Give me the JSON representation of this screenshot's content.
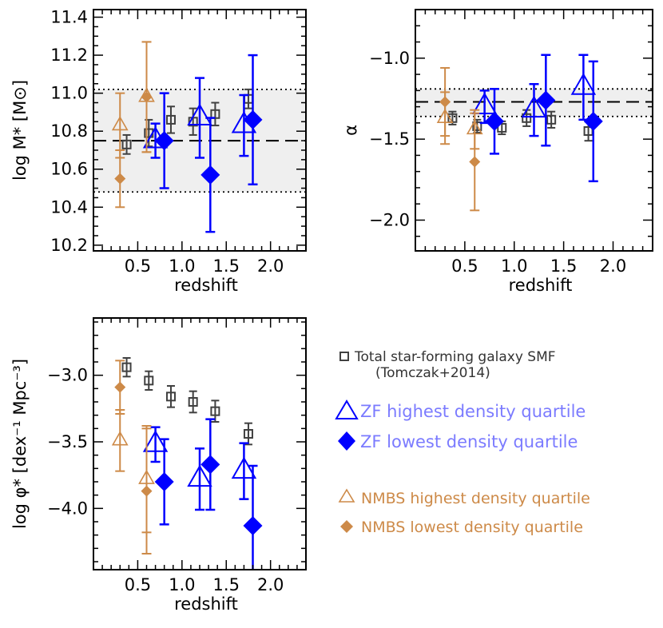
{
  "colors": {
    "tomczak": "#404040",
    "zf": "#0000ff",
    "zf_text": "#7b7bff",
    "nmbs": "#cd8a48",
    "band": "#efefef"
  },
  "legend": {
    "tomczak_line1": "Total star-forming galaxy SMF",
    "tomczak_line2": "(Tomczak+2014)",
    "zf_high": "ZF highest density quartile",
    "zf_low": "ZF lowest density quartile",
    "nmbs_high": "NMBS highest density quartile",
    "nmbs_low": "NMBS lowest density quartile"
  },
  "chart_data": [
    {
      "type": "scatter",
      "id": "mstar",
      "xlabel": "redshift",
      "ylabel": "log M* [M⊙]",
      "xlim": [
        0,
        2.4
      ],
      "ylim": [
        10.17,
        11.44
      ],
      "xticks": [
        "0.5",
        "1.0",
        "1.5",
        "2.0"
      ],
      "xtick_values": [
        0.5,
        1.0,
        1.5,
        2.0
      ],
      "yticks": [
        "10.2",
        "10.4",
        "10.6",
        "10.8",
        "11.0",
        "11.2",
        "11.4"
      ],
      "ytick_values": [
        10.2,
        10.4,
        10.6,
        10.8,
        11.0,
        11.2,
        11.4
      ],
      "band": [
        10.48,
        11.02
      ],
      "reference_line": 10.75,
      "series": [
        {
          "key": "tomczak",
          "x": [
            0.375,
            0.625,
            0.875,
            1.125,
            1.375,
            1.75
          ],
          "y": [
            10.73,
            10.79,
            10.86,
            10.85,
            10.89,
            10.97
          ],
          "err": [
            0.05,
            0.07,
            0.07,
            0.07,
            0.06,
            0.05
          ]
        },
        {
          "key": "zf_high",
          "x": [
            0.7,
            1.2,
            1.7
          ],
          "y": [
            10.75,
            10.87,
            10.83
          ],
          "err": [
            0.09,
            0.21,
            0.16
          ]
        },
        {
          "key": "zf_low",
          "x": [
            0.8,
            1.32,
            1.8
          ],
          "y": [
            10.75,
            10.57,
            10.86
          ],
          "err": [
            0.25,
            0.3,
            0.34
          ]
        },
        {
          "key": "nmbs_high",
          "x": [
            0.3,
            0.6
          ],
          "y": [
            10.83,
            10.98
          ],
          "err": [
            0.17,
            0.29
          ]
        },
        {
          "key": "nmbs_low",
          "x": [
            0.3,
            0.6
          ],
          "y": [
            10.55,
            10.98
          ],
          "err": [
            0.15,
            0.29
          ]
        }
      ]
    },
    {
      "type": "scatter",
      "id": "alpha",
      "xlabel": "redshift",
      "ylabel": "α",
      "xlim": [
        0,
        2.4
      ],
      "ylim": [
        -2.19,
        -0.7
      ],
      "xticks": [
        "0.5",
        "1.0",
        "1.5",
        "2.0"
      ],
      "xtick_values": [
        0.5,
        1.0,
        1.5,
        2.0
      ],
      "yticks": [
        "−2.0",
        "−1.5",
        "−1.0"
      ],
      "ytick_values": [
        -2.0,
        -1.5,
        -1.0
      ],
      "band": [
        -1.36,
        -1.19
      ],
      "reference_line": -1.27,
      "series": [
        {
          "key": "tomczak",
          "x": [
            0.375,
            0.625,
            0.875,
            1.125,
            1.375,
            1.75
          ],
          "y": [
            -1.37,
            -1.42,
            -1.43,
            -1.37,
            -1.38,
            -1.45
          ],
          "err": [
            0.04,
            0.04,
            0.04,
            0.05,
            0.05,
            0.06
          ]
        },
        {
          "key": "zf_high",
          "x": [
            0.7,
            1.2,
            1.7
          ],
          "y": [
            -1.3,
            -1.32,
            -1.18
          ],
          "err": [
            0.1,
            0.16,
            0.2
          ]
        },
        {
          "key": "zf_low",
          "x": [
            0.8,
            1.32,
            1.8
          ],
          "y": [
            -1.39,
            -1.26,
            -1.39
          ],
          "err": [
            0.2,
            0.28,
            0.37
          ]
        },
        {
          "key": "nmbs_high",
          "x": [
            0.3,
            0.6
          ],
          "y": [
            -1.37,
            -1.44
          ],
          "err": [
            0.16,
            0.12
          ]
        },
        {
          "key": "nmbs_low",
          "x": [
            0.3,
            0.6
          ],
          "y": [
            -1.27,
            -1.64
          ],
          "err": [
            0.21,
            0.3
          ]
        }
      ]
    },
    {
      "type": "scatter",
      "id": "phistar",
      "xlabel": "redshift",
      "ylabel": "log φ* [dex⁻¹ Mpc⁻³]",
      "xlim": [
        0,
        2.4
      ],
      "ylim": [
        -4.46,
        -2.57
      ],
      "xticks": [
        "0.5",
        "1.0",
        "1.5",
        "2.0"
      ],
      "xtick_values": [
        0.5,
        1.0,
        1.5,
        2.0
      ],
      "yticks": [
        "−4.0",
        "−3.5",
        "−3.0"
      ],
      "ytick_values": [
        -4.0,
        -3.5,
        -3.0
      ],
      "series": [
        {
          "key": "tomczak",
          "x": [
            0.375,
            0.625,
            0.875,
            1.125,
            1.375,
            1.75
          ],
          "y": [
            -2.94,
            -3.04,
            -3.16,
            -3.2,
            -3.27,
            -3.44
          ],
          "err": [
            0.07,
            0.07,
            0.08,
            0.08,
            0.08,
            0.08
          ]
        },
        {
          "key": "zf_high",
          "x": [
            0.7,
            1.2,
            1.7
          ],
          "y": [
            -3.52,
            -3.78,
            -3.72
          ],
          "err": [
            0.13,
            0.23,
            0.21
          ]
        },
        {
          "key": "zf_low",
          "x": [
            0.8,
            1.32,
            1.8
          ],
          "y": [
            -3.8,
            -3.67,
            -4.13
          ],
          "err": [
            0.32,
            0.34,
            0.45
          ]
        },
        {
          "key": "nmbs_high",
          "x": [
            0.3,
            0.6
          ],
          "y": [
            -3.49,
            -3.78
          ],
          "err": [
            0.23,
            0.4
          ]
        },
        {
          "key": "nmbs_low",
          "x": [
            0.3,
            0.6
          ],
          "y": [
            -3.09,
            -3.87
          ],
          "err": [
            0.2,
            0.47
          ]
        }
      ]
    }
  ]
}
